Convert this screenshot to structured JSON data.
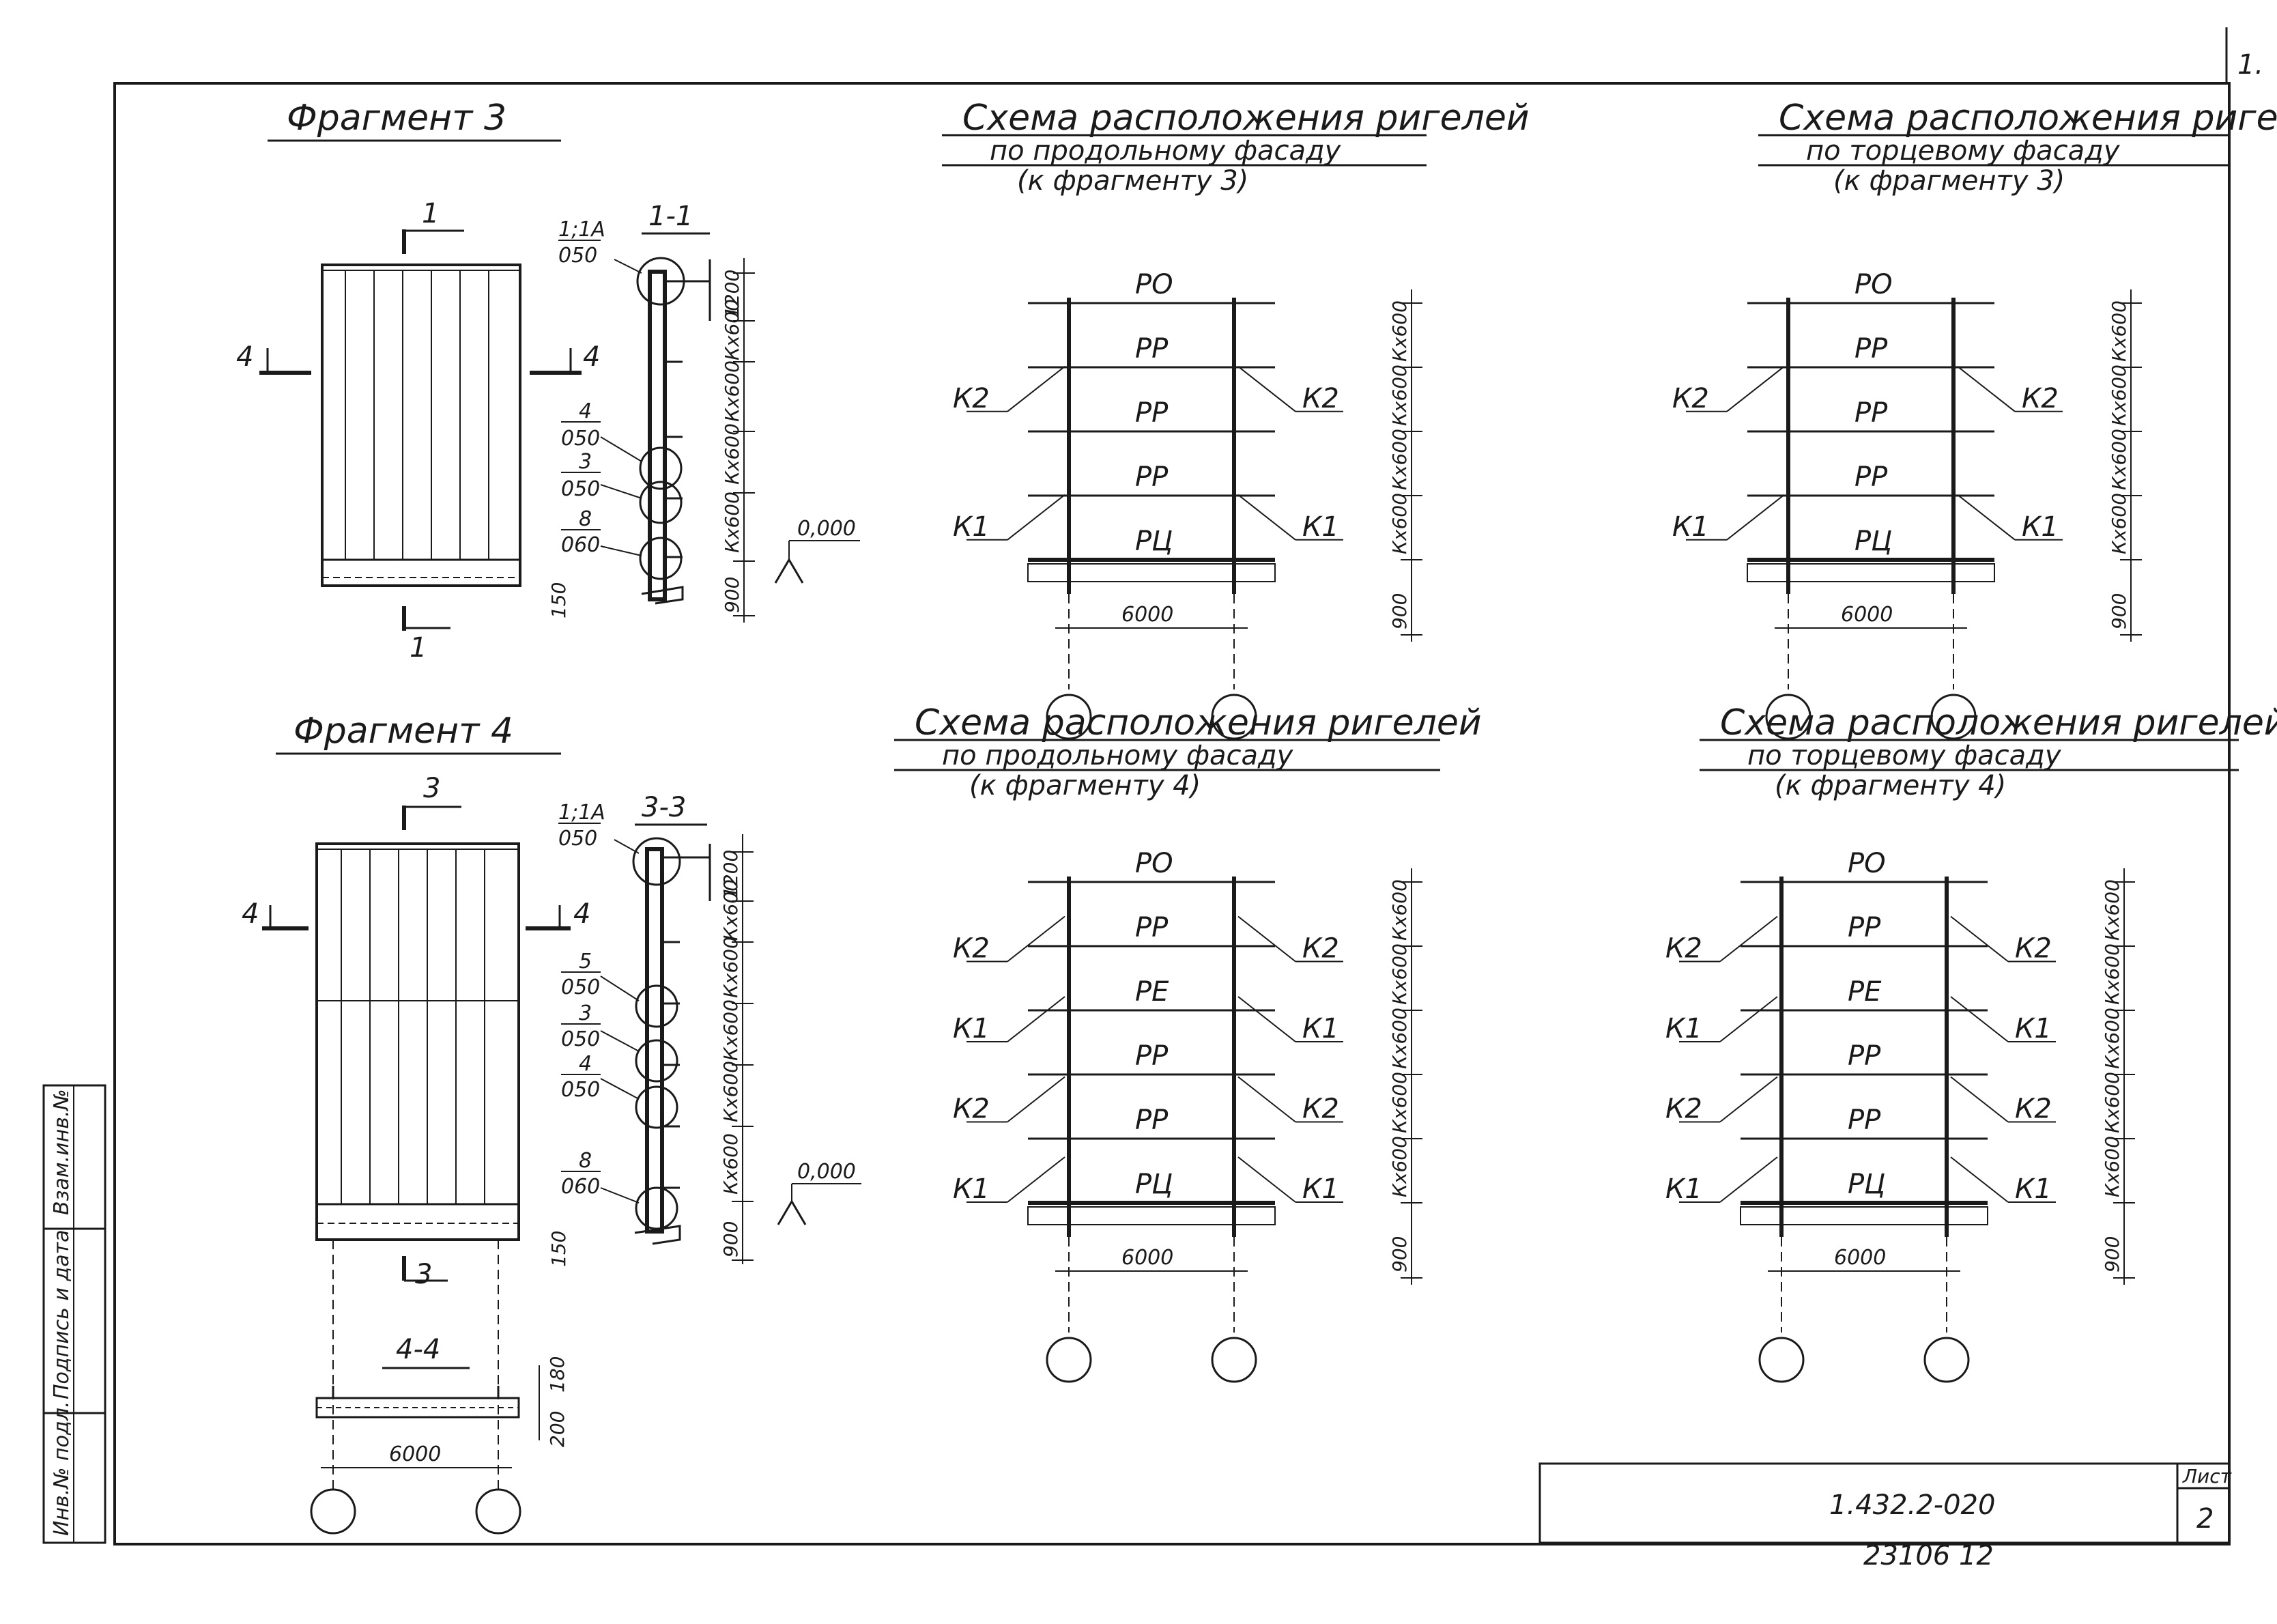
{
  "sheet": {
    "corner_number": "1.",
    "code": "1.432.2-020",
    "sheet_label": "Лист",
    "sheet_number": "2",
    "bottom_number": "23106 12"
  },
  "side_stamp": [
    "Инв.№ подл.",
    "Подпись и дата",
    "Взам.инв.№"
  ],
  "fragment3": {
    "title": "Фрагмент 3",
    "section_title": "1-1",
    "marks": {
      "top": "1",
      "bottom": "1",
      "left": "4",
      "right": "4"
    },
    "callouts": [
      {
        "num": "1;1А",
        "sheet": "050"
      },
      {
        "num": "4",
        "sheet": "050"
      },
      {
        "num": "3",
        "sheet": "050"
      },
      {
        "num": "8",
        "sheet": "060"
      }
    ],
    "dims": [
      "1200",
      "Кх600",
      "Кх600",
      "Кх600",
      "Кх600",
      "900",
      "150"
    ],
    "level": "0,000"
  },
  "fragment4": {
    "title": "Фрагмент 4",
    "section_title": "3-3",
    "plan_title": "4-4",
    "plan_dim": "6000",
    "plan_side_dims": [
      "180",
      "200"
    ],
    "marks": {
      "top": "3",
      "bottom": "3",
      "left": "4",
      "right": "4"
    },
    "callouts": [
      {
        "num": "1;1А",
        "sheet": "050"
      },
      {
        "num": "5",
        "sheet": "050"
      },
      {
        "num": "3",
        "sheet": "050"
      },
      {
        "num": "4",
        "sheet": "050"
      },
      {
        "num": "8",
        "sheet": "060"
      }
    ],
    "dims": [
      "1200",
      "Кх600",
      "Кх600",
      "Кх600",
      "Кх600",
      "Кх600",
      "900",
      "150"
    ],
    "level": "0,000"
  },
  "schemes": [
    {
      "title_lines": [
        "Схема расположения ригелей",
        "по продольному фасаду",
        "(к фрагменту 3)"
      ],
      "beams": [
        "РО",
        "РР",
        "РР",
        "РР",
        "РЦ"
      ],
      "braces": [
        "К2",
        "К1"
      ],
      "span": "6000",
      "dims": [
        "Кх600",
        "Кх600",
        "Кх600",
        "Кх600",
        "900"
      ]
    },
    {
      "title_lines": [
        "Схема расположения ригелей",
        "по торцевому фасаду",
        "(к фрагменту 3)"
      ],
      "beams": [
        "РО",
        "РР",
        "РР",
        "РР",
        "РЦ"
      ],
      "braces": [
        "К2",
        "К1"
      ],
      "span": "6000",
      "dims": [
        "Кх600",
        "Кх600",
        "Кх600",
        "Кх600",
        "900"
      ]
    },
    {
      "title_lines": [
        "Схема расположения ригелей",
        "по продольному фасаду",
        "(к фрагменту 4)"
      ],
      "beams": [
        "РО",
        "РР",
        "РЕ",
        "РР",
        "РР",
        "РЦ"
      ],
      "braces": [
        "К2",
        "К1",
        "К2",
        "К1"
      ],
      "span": "6000",
      "dims": [
        "Кх600",
        "Кх600",
        "Кх600",
        "Кх600",
        "Кх600",
        "900"
      ]
    },
    {
      "title_lines": [
        "Схема расположения ригелей",
        "по торцевому фасаду",
        "(к фрагменту 4)"
      ],
      "beams": [
        "РО",
        "РР",
        "РЕ",
        "РР",
        "РР",
        "РЦ"
      ],
      "braces": [
        "К2",
        "К1",
        "К2",
        "К1"
      ],
      "span": "6000",
      "dims": [
        "Кх600",
        "Кх600",
        "Кх600",
        "Кх600",
        "Кх600",
        "900"
      ]
    }
  ]
}
